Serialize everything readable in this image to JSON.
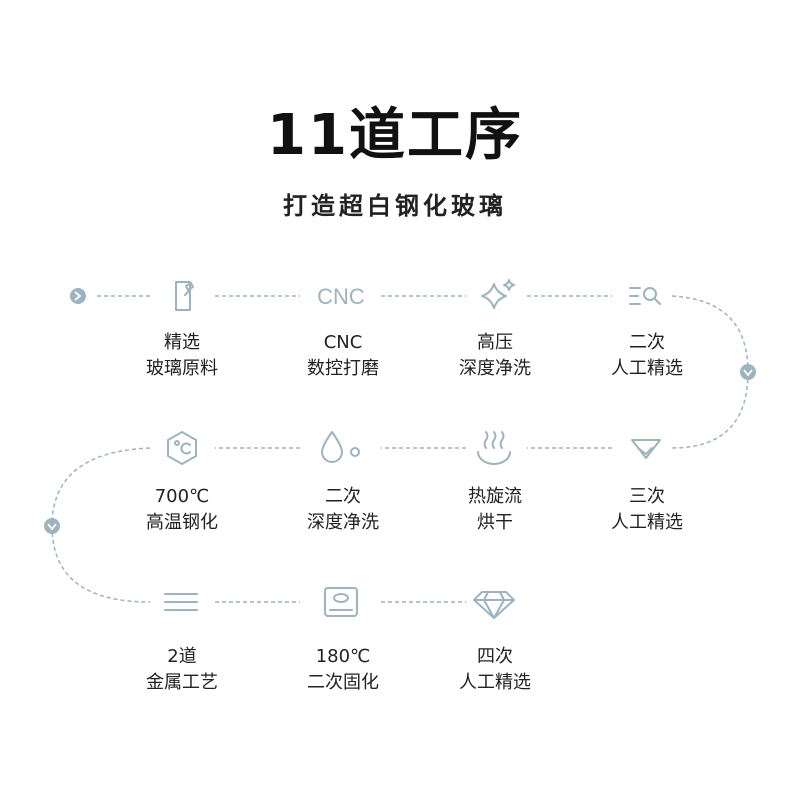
{
  "header": {
    "title": "11道工序",
    "subtitle": "打造超白钢化玻璃"
  },
  "accent_color": "#9db3be",
  "steps": [
    {
      "icon": "phone-edit-icon",
      "line1": "精选",
      "line2": "玻璃原料"
    },
    {
      "icon": "cnc-text-icon",
      "icon_text": "CNC",
      "line1": "CNC",
      "line2": "数控打磨"
    },
    {
      "icon": "sparkle-icon",
      "line1": "高压",
      "line2": "深度净洗"
    },
    {
      "icon": "search-list-icon",
      "line1": "二次",
      "line2": "人工精选"
    },
    {
      "icon": "celsius-hexagon-icon",
      "line1": "700℃",
      "line2": "高温钢化"
    },
    {
      "icon": "water-drop-icon",
      "line1": "二次",
      "line2": "深度净洗"
    },
    {
      "icon": "steam-bowl-icon",
      "line1": "热旋流",
      "line2": "烘干"
    },
    {
      "icon": "diamond-outline-icon",
      "line1": "三次",
      "line2": "人工精选"
    },
    {
      "icon": "lines-icon",
      "line1": "2道",
      "line2": "金属工艺"
    },
    {
      "icon": "oven-icon",
      "line1": "180℃",
      "line2": "二次固化"
    },
    {
      "icon": "diamond-icon",
      "line1": "四次",
      "line2": "人工精选"
    }
  ]
}
